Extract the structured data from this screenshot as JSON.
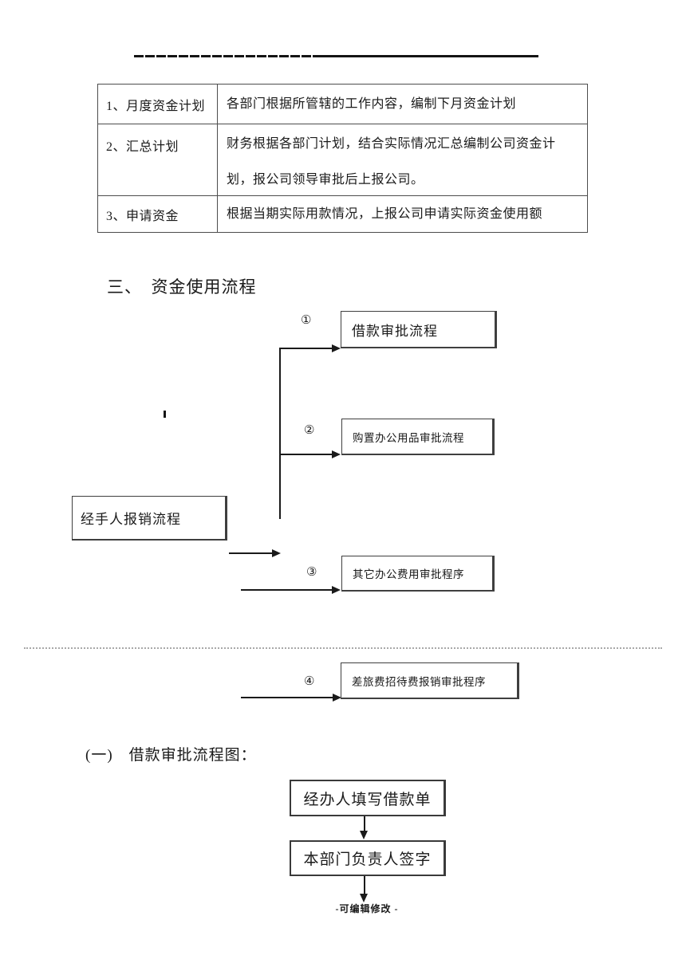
{
  "colors": {
    "ink": "#1a1a1a",
    "table_border": "#4d4d4d",
    "box_border": "#3f3f3f",
    "dotted_separator": "#a8a8a8",
    "background": "#ffffff"
  },
  "funding_table": {
    "rows": [
      {
        "label": "1、月度资金计划",
        "line1": "各部门根据所管辖的工作内容，编制下月资金计划",
        "line2": ""
      },
      {
        "label": "2、汇总计划",
        "line1": "财务根据各部门计划，结合实际情况汇总编制公司资金计",
        "line2": "划，报公司领导审批后上报公司。"
      },
      {
        "label": "3、申请资金",
        "line1": "根据当期实际用款情况，上报公司申请实际资金使用额",
        "line2": ""
      }
    ]
  },
  "section_heading": "三、　资金使用流程",
  "flowchart": {
    "marker_1": "①",
    "box_1": "借款审批流程",
    "marker_2": "②",
    "box_2": "购置办公用品审批流程",
    "source_box": "经手人报销流程",
    "marker_3": "③",
    "box_3": "其它办公费用审批程序",
    "marker_4": "④",
    "box_4": "差旅费招待费报销审批程序"
  },
  "subsection_heading": "(一)　借款审批流程图：",
  "loan_flow": {
    "step_1": "经办人填写借款单",
    "step_2": "本部门负责人签字"
  },
  "footer_note": "-可编辑修改 -"
}
